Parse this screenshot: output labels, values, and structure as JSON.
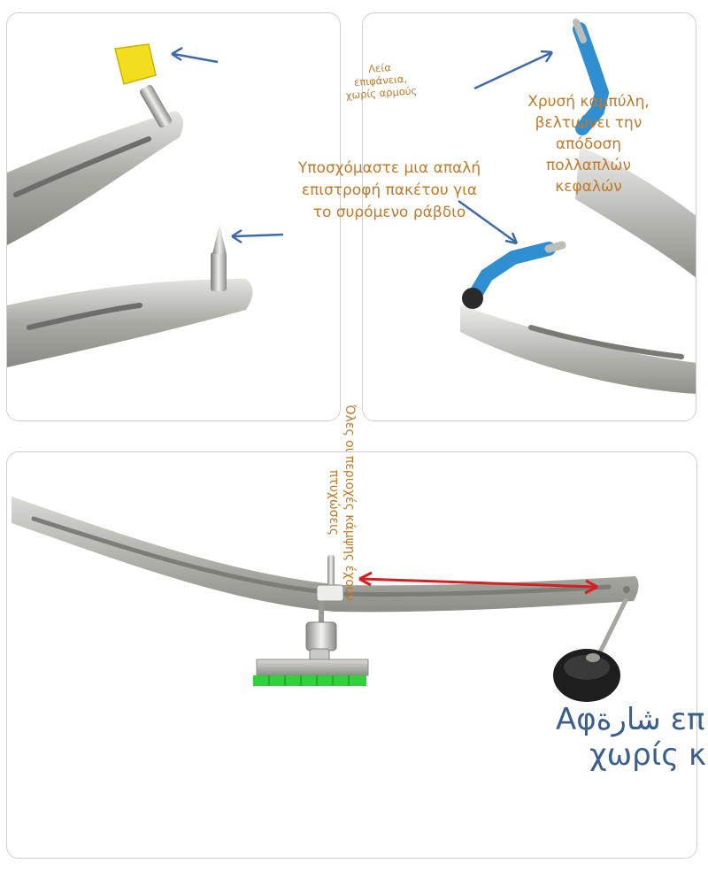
{
  "captions": {
    "smooth_surface": "Λεία επιφάνεια, χωρίς αρμούς",
    "gentle_return": "Υποσχόμαστε μια απαλή επιστροφή πακέτου για το συρόμενο ράβδιο",
    "golden_curve": "Χρυσή καμπύλη, βελτιώνει την απόδοση πολλαπλών κεφαλών",
    "folded_edges": "Όλες οι περιοχές κάμψης έχουν πτυχώσεις",
    "overflow_line1": "Αφشارة επ",
    "overflow_line2": "χωρίς κ"
  },
  "colors": {
    "arrow_blue": "#3f6aa8",
    "arrow_red": "#d42020",
    "steel": "#b8b8b4",
    "steel_dark": "#8f8f8a",
    "yellow_tip": "#f2de1e",
    "blue_tip": "#2f8fd0",
    "green_pad": "#2fd23a",
    "rubber": "#1e1e1e"
  },
  "icons": [
    "arrow-icon",
    "double-arrow-icon"
  ]
}
